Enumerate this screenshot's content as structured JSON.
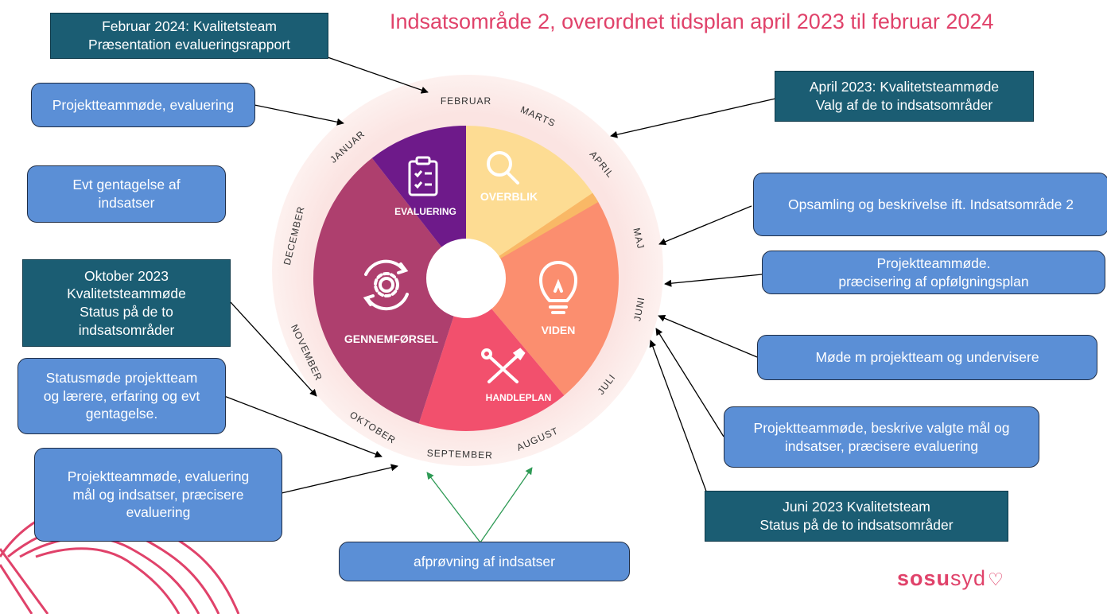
{
  "title": "Indsatsområde 2, overordnet  tidsplan april 2023 til februar 2024",
  "logo": {
    "bold_part": "sosu",
    "light_part": "syd",
    "heart_icon": "heart-outline-icon"
  },
  "months": [
    "FEBRUAR",
    "MARTS",
    "APRIL",
    "MAJ",
    "JUNI",
    "JULI",
    "AUGUST",
    "SEPTEMBER",
    "OKTOBER",
    "NOVEMBER",
    "DECEMBER",
    "JANUAR"
  ],
  "segments": [
    {
      "label": "OVERBLIK",
      "icon": "magnifier-icon",
      "color": "#fddc93"
    },
    {
      "label": "VIDEN",
      "icon": "lightbulb-icon",
      "color": "#fb8e6f"
    },
    {
      "label": "HANDLEPLAN",
      "icon": "tools-icon",
      "color": "#f2506d"
    },
    {
      "label": "GENNEMFØRSEL",
      "icon": "gear-cycle-icon",
      "color": "#ae3f6e"
    },
    {
      "label": "EVALUERING",
      "icon": "clipboard-checklist-icon",
      "color": "#6e1a8a"
    }
  ],
  "boxes": {
    "feb_2024": "Februar 2024: Kvalitetsteam\nPræsentation evalueringsrapport",
    "projekt_eval": "Projektteammøde, evaluering",
    "evt_gentagelse": "Evt gentagelse af\nindsatser",
    "okt_2023": "Oktober 2023\nKvalitetsteammøde\nStatus på de to\nindsatsområder",
    "statusmoede": "Statusmøde projektteam\nog lærere, erfaring og evt\ngentagelse.",
    "projekt_eval_maal": "Projektteammøde, evaluering\nmål og indsatser, præcisere\nevaluering",
    "afproevning": "afprøvning af indsatser",
    "april_2023": "April 2023:  Kvalitetsteammøde\nValg af de to indsatsområder",
    "opsamling": "Opsamling og beskrivelse ift. Indsatsområde 2",
    "projekt_praecisering": "Projektteammøde.\npræcisering af opfølgningsplan",
    "moede_undervisere": "Møde m projektteam og undervisere",
    "projekt_beskrive": "Projektteammøde, beskrive valgte mål og\nindsatser, præcisere evaluering",
    "juni_2023": "Juni 2023 Kvalitetsteam\nStatus på de to indsatsområder"
  }
}
